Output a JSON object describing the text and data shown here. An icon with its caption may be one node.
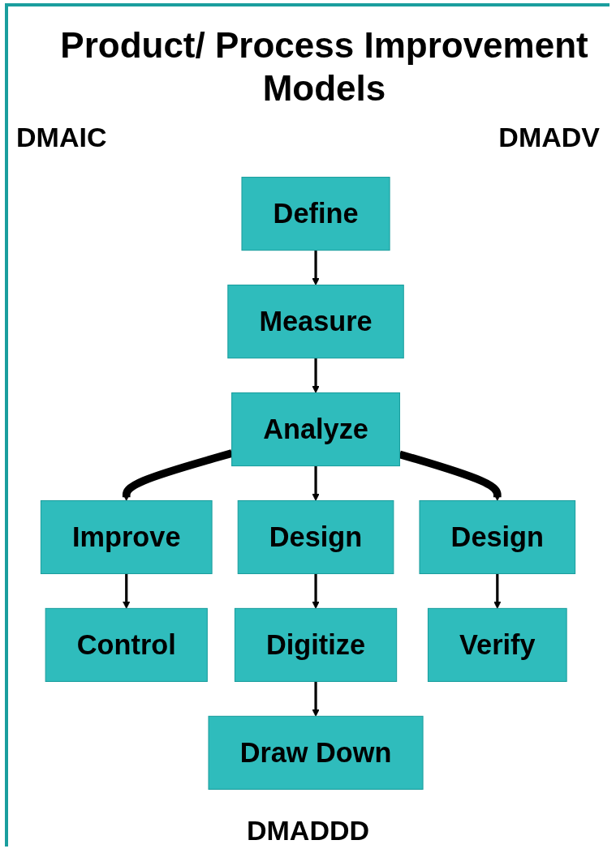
{
  "diagram": {
    "title": "Product/ Process Improvement Models",
    "nodes": [
      {
        "text": [
          "Define"
        ]
      },
      {
        "text": [
          "Measure"
        ]
      },
      {
        "text": [
          "Analyze"
        ]
      },
      {
        "text": [
          "Improve"
        ]
      },
      {
        "text": [
          "Design"
        ]
      },
      {
        "text": [
          "Design"
        ]
      },
      {
        "text": [
          "Control"
        ]
      },
      {
        "text": [
          "Digitize"
        ]
      },
      {
        "text": [
          "Verify"
        ]
      },
      {
        "text": [
          "Draw Down"
        ]
      }
    ],
    "edges": [
      {
        "from": 0,
        "to": 1,
        "arrow": "to"
      },
      {
        "from": 1,
        "to": 2,
        "arrow": "to"
      },
      {
        "from": 2,
        "to": 3,
        "arrow": "to",
        "style": "thick"
      },
      {
        "from": 2,
        "to": 4,
        "arrow": "to"
      },
      {
        "from": 2,
        "to": 5,
        "arrow": "to",
        "style": "thick"
      },
      {
        "from": 3,
        "to": 6,
        "arrow": "to"
      },
      {
        "from": 4,
        "to": 7,
        "arrow": "to"
      },
      {
        "from": 5,
        "to": 8,
        "arrow": "to"
      },
      {
        "from": 7,
        "to": 9,
        "arrow": "to"
      }
    ],
    "labels": [
      "DMAIC",
      "DMADV",
      "DMADDD"
    ]
  }
}
